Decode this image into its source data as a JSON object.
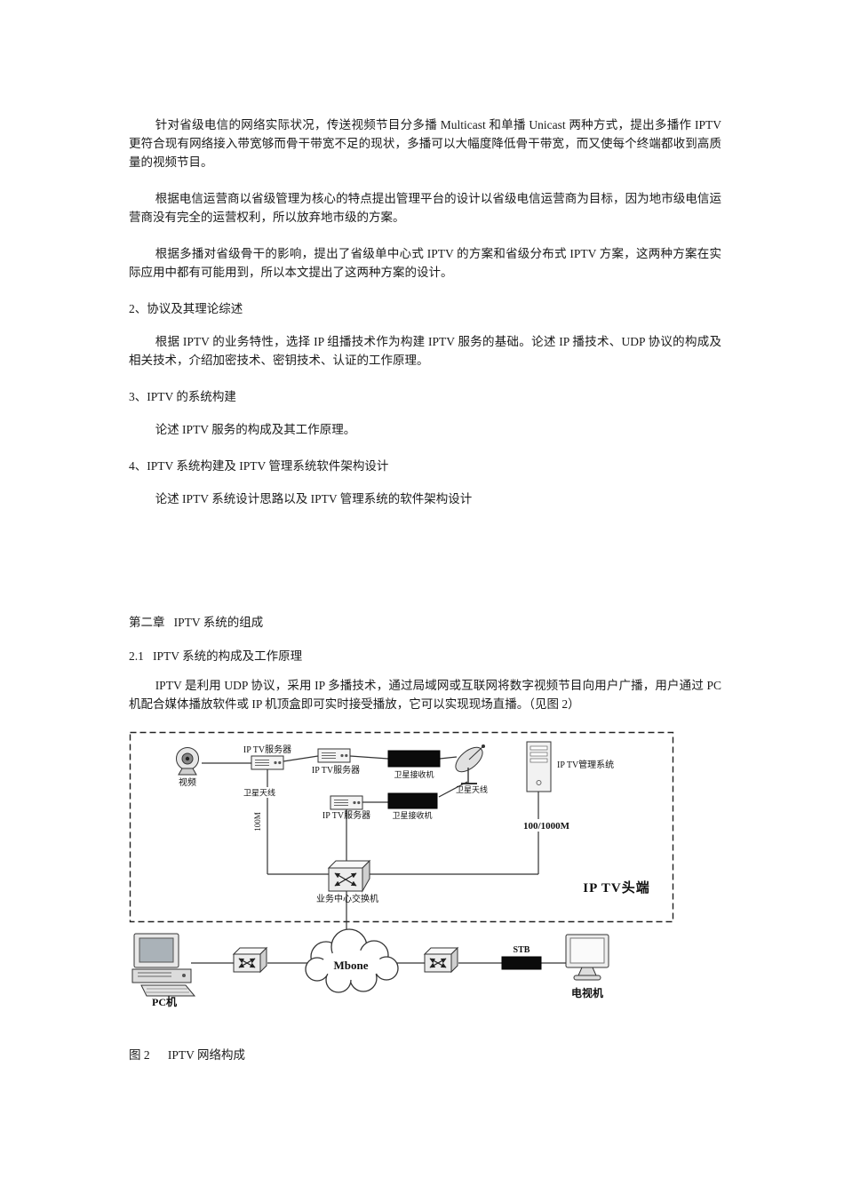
{
  "document": {
    "blocks": [
      {
        "type": "paragraph",
        "text": "针对省级电信的网络实际状况，传送视频节目分多播 Multicast 和单播 Unicast 两种方式，提出多播作 IPTV 更符合现有网络接入带宽够而骨干带宽不足的现状，多播可以大幅度降低骨干带宽，而又使每个终端都收到高质量的视频节目。"
      },
      {
        "type": "paragraph",
        "text": "根据电信运营商以省级管理为核心的特点提出管理平台的设计以省级电信运营商为目标，因为地市级电信运营商没有完全的运营权利，所以放弃地市级的方案。"
      },
      {
        "type": "paragraph",
        "text": "根据多播对省级骨干的影响，提出了省级单中心式 IPTV 的方案和省级分布式 IPTV 方案，这两种方案在实际应用中都有可能用到，所以本文提出了这两种方案的设计。"
      },
      {
        "type": "heading",
        "text": "2、协议及其理论综述"
      },
      {
        "type": "paragraph",
        "text": "根据 IPTV 的业务特性，选择 IP 组播技术作为构建 IPTV 服务的基础。论述 IP 播技术、UDP 协议的构成及相关技术，介绍加密技术、密钥技术、认证的工作原理。"
      },
      {
        "type": "heading",
        "text": "3、IPTV 的系统构建"
      },
      {
        "type": "paragraph",
        "text": "论述 IPTV 服务的构成及其工作原理。"
      },
      {
        "type": "heading",
        "text": "4、IPTV 系统构建及 IPTV 管理系统软件架构设计"
      },
      {
        "type": "paragraph",
        "text": "论述 IPTV 系统设计思路以及 IPTV 管理系统的软件架构设计"
      },
      {
        "type": "chapter",
        "text": "第二章   IPTV 系统的组成"
      },
      {
        "type": "section",
        "text": "2.1   IPTV 系统的构成及工作原理"
      },
      {
        "type": "paragraph",
        "text": "IPTV 是利用 UDP 协议，采用 IP 多播技术，通过局域网或互联网将数字视频节目向用户广播，用户通过 PC 机配合媒体播放软件或 IP 机顶盒即可实时接受播放，它可以实现现场直播。（见图 2）"
      }
    ]
  },
  "diagram": {
    "labels": {
      "video_camera": "视频",
      "iptv_server": "IP TV服务器",
      "satellite_receiver": "卫星接收机",
      "satellite_antenna": "卫星天线",
      "management_system": "IP TV管理系统",
      "link_100m": "100M",
      "link_100_1000m": "100/1000M",
      "core_switch": "业务中心交换机",
      "headend": "IP TV头端",
      "backbone_cloud": "Mbone",
      "pc": "PC机",
      "stb": "STB",
      "tv": "电视机"
    },
    "caption": "图 2      IPTV 网络构成"
  }
}
